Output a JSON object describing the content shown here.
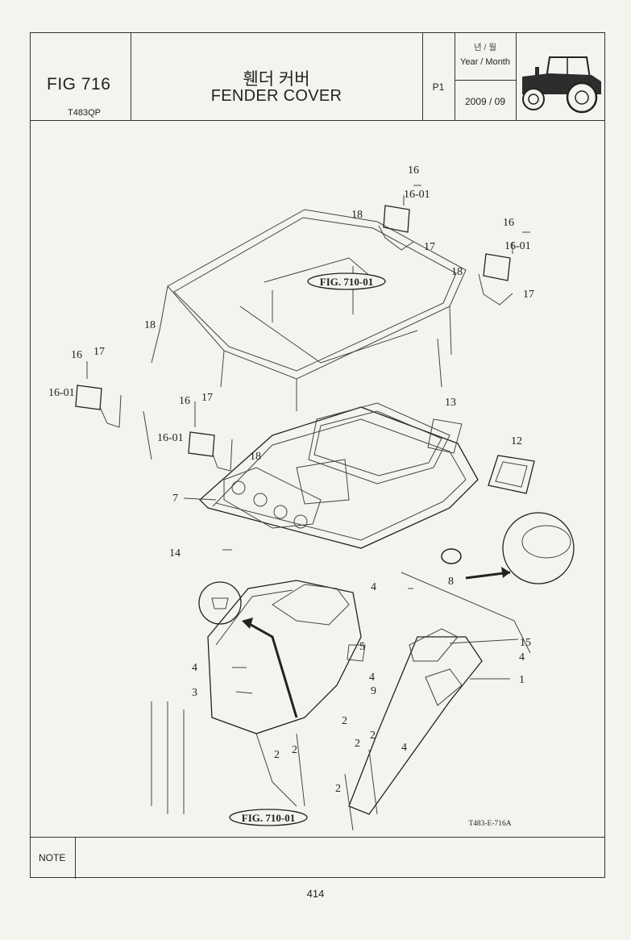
{
  "header": {
    "fig_label": "FIG 716",
    "model": "T483QP",
    "title_ko": "휀더 커버",
    "title_en": "FENDER COVER",
    "page_code": "P1",
    "year_month_ko": "년 / 월",
    "year_month_en": "Year / Month",
    "date": "2009 / 09",
    "tractor_icon": "tractor-icon"
  },
  "drawing": {
    "ref_top": "FIG. 710-01",
    "ref_bottom": "FIG. 710-01",
    "drawing_code": "T483-E-716A",
    "callouts": {
      "c16a": "16",
      "c1601a": "16-01",
      "c18a": "18",
      "c17a": "17",
      "c16b": "16",
      "c1601b": "16-01",
      "c18b": "18",
      "c17b": "17",
      "c18c": "18",
      "c16c": "16",
      "c17c": "17",
      "c1601c": "16-01",
      "c16d": "16",
      "c17d": "17",
      "c1601d": "16-01",
      "c18d": "18",
      "c13": "13",
      "c12": "12",
      "c7": "7",
      "c14": "14",
      "c8": "8",
      "c4a": "4",
      "c5": "5",
      "c15": "15",
      "c4b": "4",
      "c4c": "4",
      "c1": "1",
      "c4d": "4",
      "c3": "3",
      "c9": "9",
      "c2a": "2",
      "c2b": "2",
      "c2c": "2",
      "c2d": "2",
      "c2e": "2",
      "c2f": "2",
      "c4e": "4"
    }
  },
  "note": {
    "label": "NOTE"
  },
  "footer": {
    "page_number": "414"
  }
}
